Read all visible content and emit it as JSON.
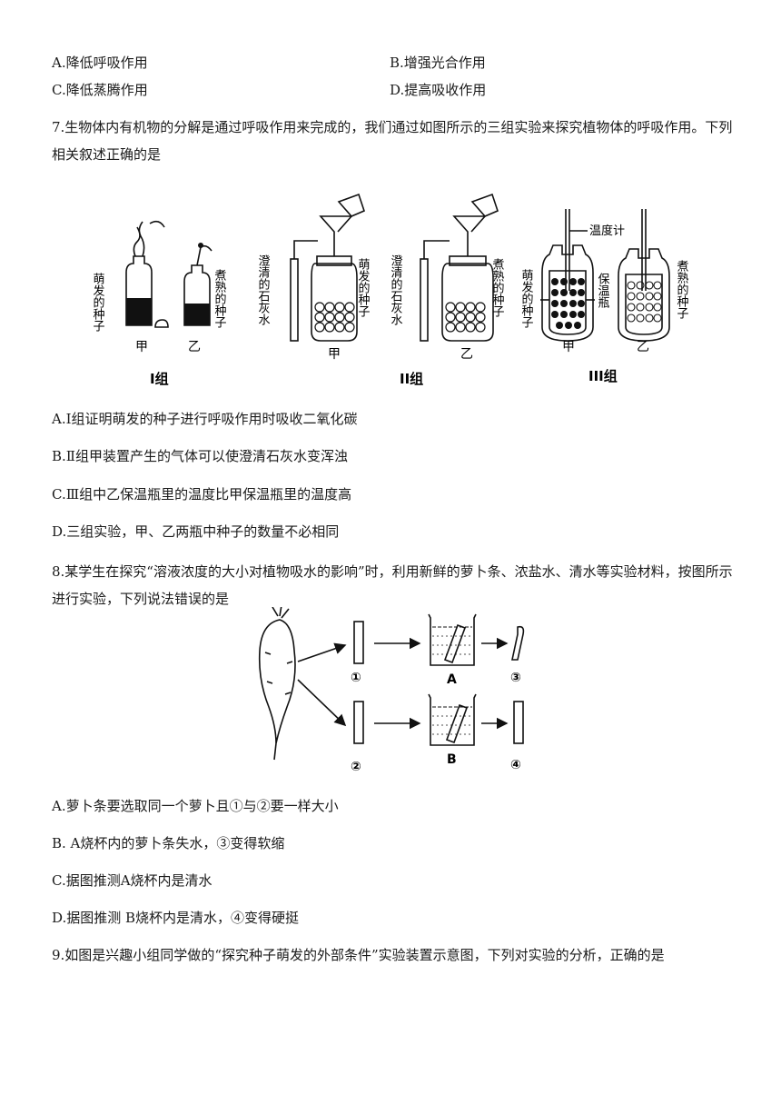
{
  "q6_options": {
    "a": "A.降低呼吸作用",
    "b": "B.增强光合作用",
    "c": "C.降低蒸腾作用",
    "d": "D.提高吸收作用"
  },
  "q7": {
    "stem": "7.生物体内有机物的分解是通过呼吸作用来完成的，我们通过如图所示的三组实验来探究植物体的呼吸作用。下列相关叙述正确的是",
    "figure": {
      "g1_left_label": "萌发的种子",
      "g1_right_label": "煮熟的种子",
      "g2_left_label": "澄清的石灰水",
      "g2_jar_a_label": "萌发的种子",
      "g2_jar_b_label": "煮熟的种子",
      "g3_thermo_label": "温度计",
      "g3_left_label": "萌发的种子",
      "g3_mid_label": "保温瓶",
      "g3_right_label": "煮熟的种子",
      "jia": "甲",
      "yi": "乙",
      "group1": "I组",
      "group2": "II组",
      "group3": "III组"
    },
    "options": {
      "a": "A.Ⅰ组证明萌发的种子进行呼吸作用时吸收二氧化碳",
      "b": "B.Ⅱ组甲装置产生的气体可以使澄清石灰水变浑浊",
      "c": "C.Ⅲ组中乙保温瓶里的温度比甲保温瓶里的温度高",
      "d": "D.三组实验，甲、乙两瓶中种子的数量不必相同"
    }
  },
  "q8": {
    "stem": "8.某学生在探究“溶液浓度的大小对植物吸水的影响”时，利用新鲜的萝卜条、浓盐水、清水等实验材料，按图所示进行实验，下列说法错误的是",
    "figure": {
      "n1": "①",
      "n2": "②",
      "n3": "③",
      "n4": "④",
      "beaker_a": "A",
      "beaker_b": "B"
    },
    "options": {
      "a": "A.萝卜条要选取同一个萝卜且①与②要一样大小",
      "b": "B. A烧杯内的萝卜条失水，③变得软缩",
      "c": "C.据图推测A烧杯内是清水",
      "d": "D.据图推测 B烧杯内是清水，④变得硬挺"
    }
  },
  "q9": {
    "stem": "9.如图是兴趣小组同学做的“探究种子萌发的外部条件”实验装置示意图，下列对实验的分析，正确的是"
  }
}
